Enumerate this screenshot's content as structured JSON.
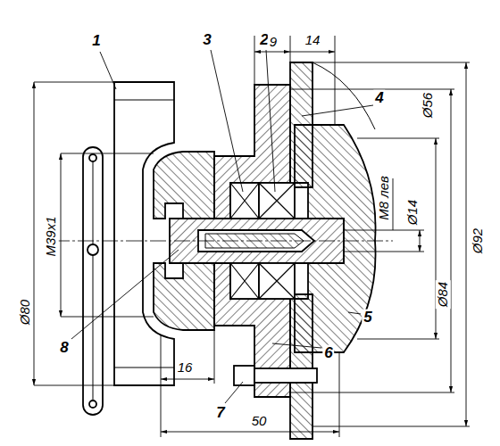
{
  "diagram": {
    "labels": [
      "1",
      "3",
      "2",
      "9",
      "14",
      "4",
      "M8 лев",
      "Ø56",
      "Ø14",
      "Ø84",
      "Ø92",
      "Ø80",
      "M39x1",
      "8",
      "5",
      "6",
      "16",
      "7",
      "50"
    ]
  }
}
